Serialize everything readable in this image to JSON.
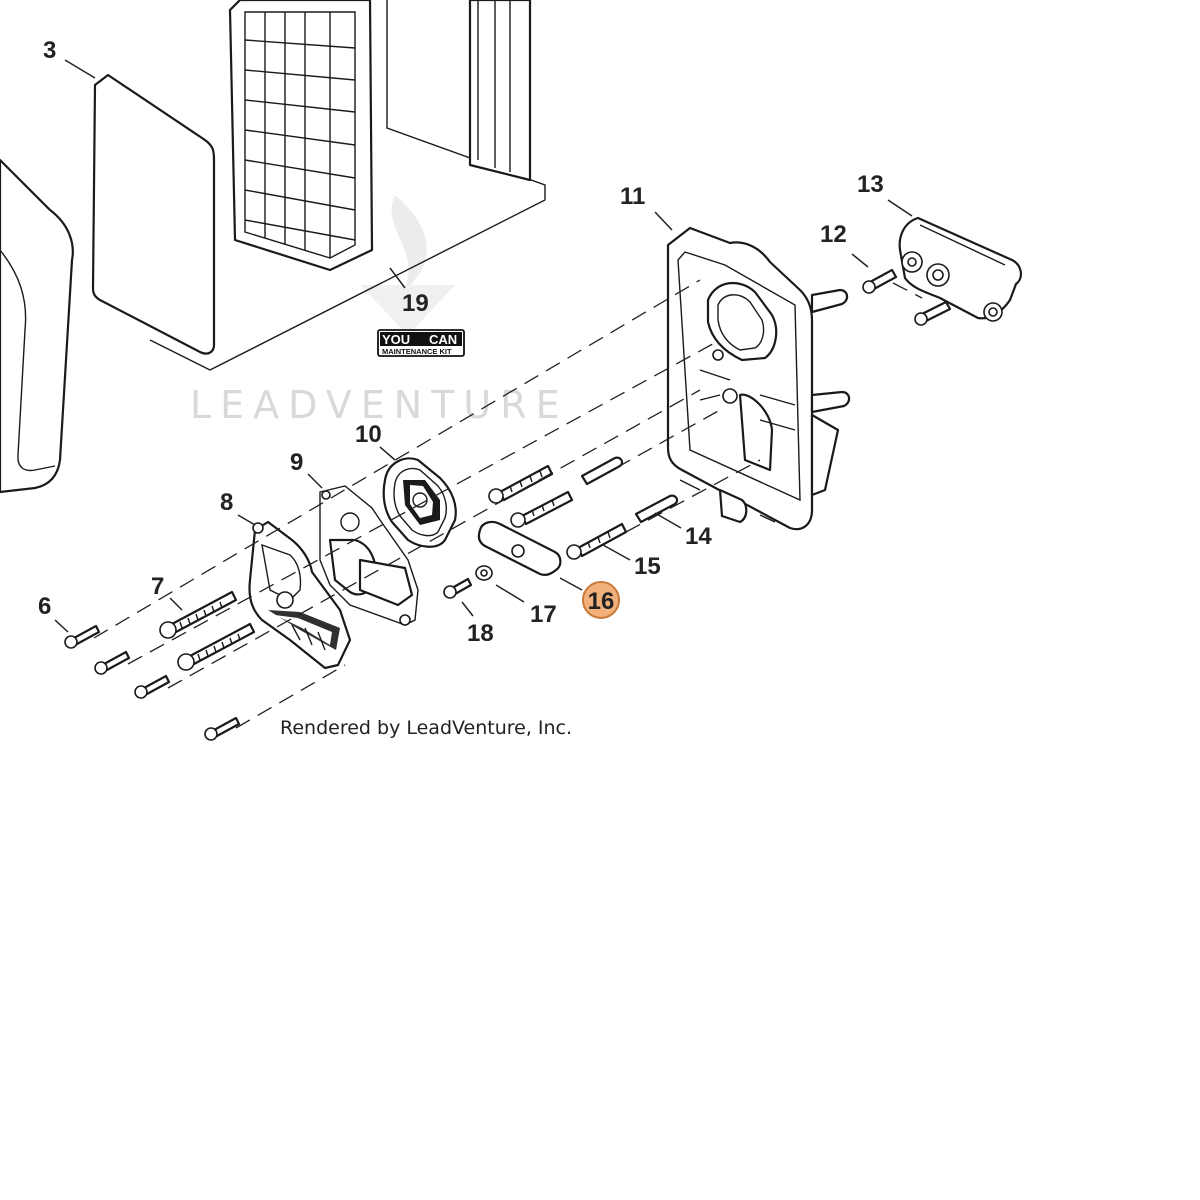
{
  "diagram": {
    "watermark": "LEADVENTURE",
    "credit": "Rendered by LeadVenture, Inc.",
    "kit_badge": {
      "line1_left": "YOU",
      "line1_right": "CAN",
      "line2": "MAINTENANCE KIT"
    },
    "highlight_color": "#f2b07a",
    "highlight_stroke": "#c97a3a",
    "callouts": [
      {
        "id": "3",
        "label": "3"
      },
      {
        "id": "6",
        "label": "6"
      },
      {
        "id": "7",
        "label": "7"
      },
      {
        "id": "8",
        "label": "8"
      },
      {
        "id": "9",
        "label": "9"
      },
      {
        "id": "10",
        "label": "10"
      },
      {
        "id": "11",
        "label": "11"
      },
      {
        "id": "12",
        "label": "12"
      },
      {
        "id": "13",
        "label": "13"
      },
      {
        "id": "14",
        "label": "14"
      },
      {
        "id": "15",
        "label": "15"
      },
      {
        "id": "16",
        "label": "16",
        "highlighted": true
      },
      {
        "id": "17",
        "label": "17"
      },
      {
        "id": "18",
        "label": "18"
      },
      {
        "id": "19",
        "label": "19"
      }
    ]
  }
}
